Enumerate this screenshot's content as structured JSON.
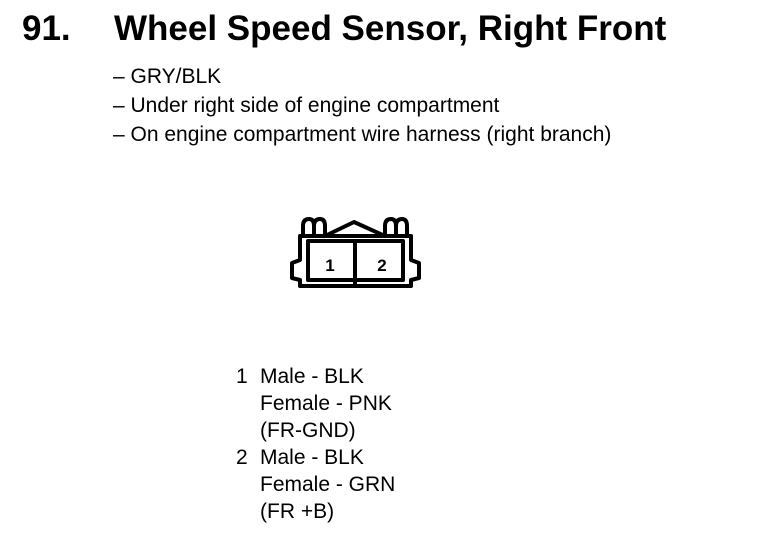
{
  "title": {
    "number": "91.",
    "text": "Wheel Speed Sensor, Right Front"
  },
  "notes": [
    "– GRY/BLK",
    "– Under right side of engine compartment",
    "– On engine compartment wire harness (right branch)"
  ],
  "connector": {
    "pin_labels": [
      "1",
      "2"
    ]
  },
  "pins": [
    {
      "number": "1",
      "male": "Male - BLK",
      "female": "Female - PNK",
      "circuit": "(FR-GND)"
    },
    {
      "number": "2",
      "male": "Male - BLK",
      "female": "Female - GRN",
      "circuit": "(FR +B)"
    }
  ]
}
